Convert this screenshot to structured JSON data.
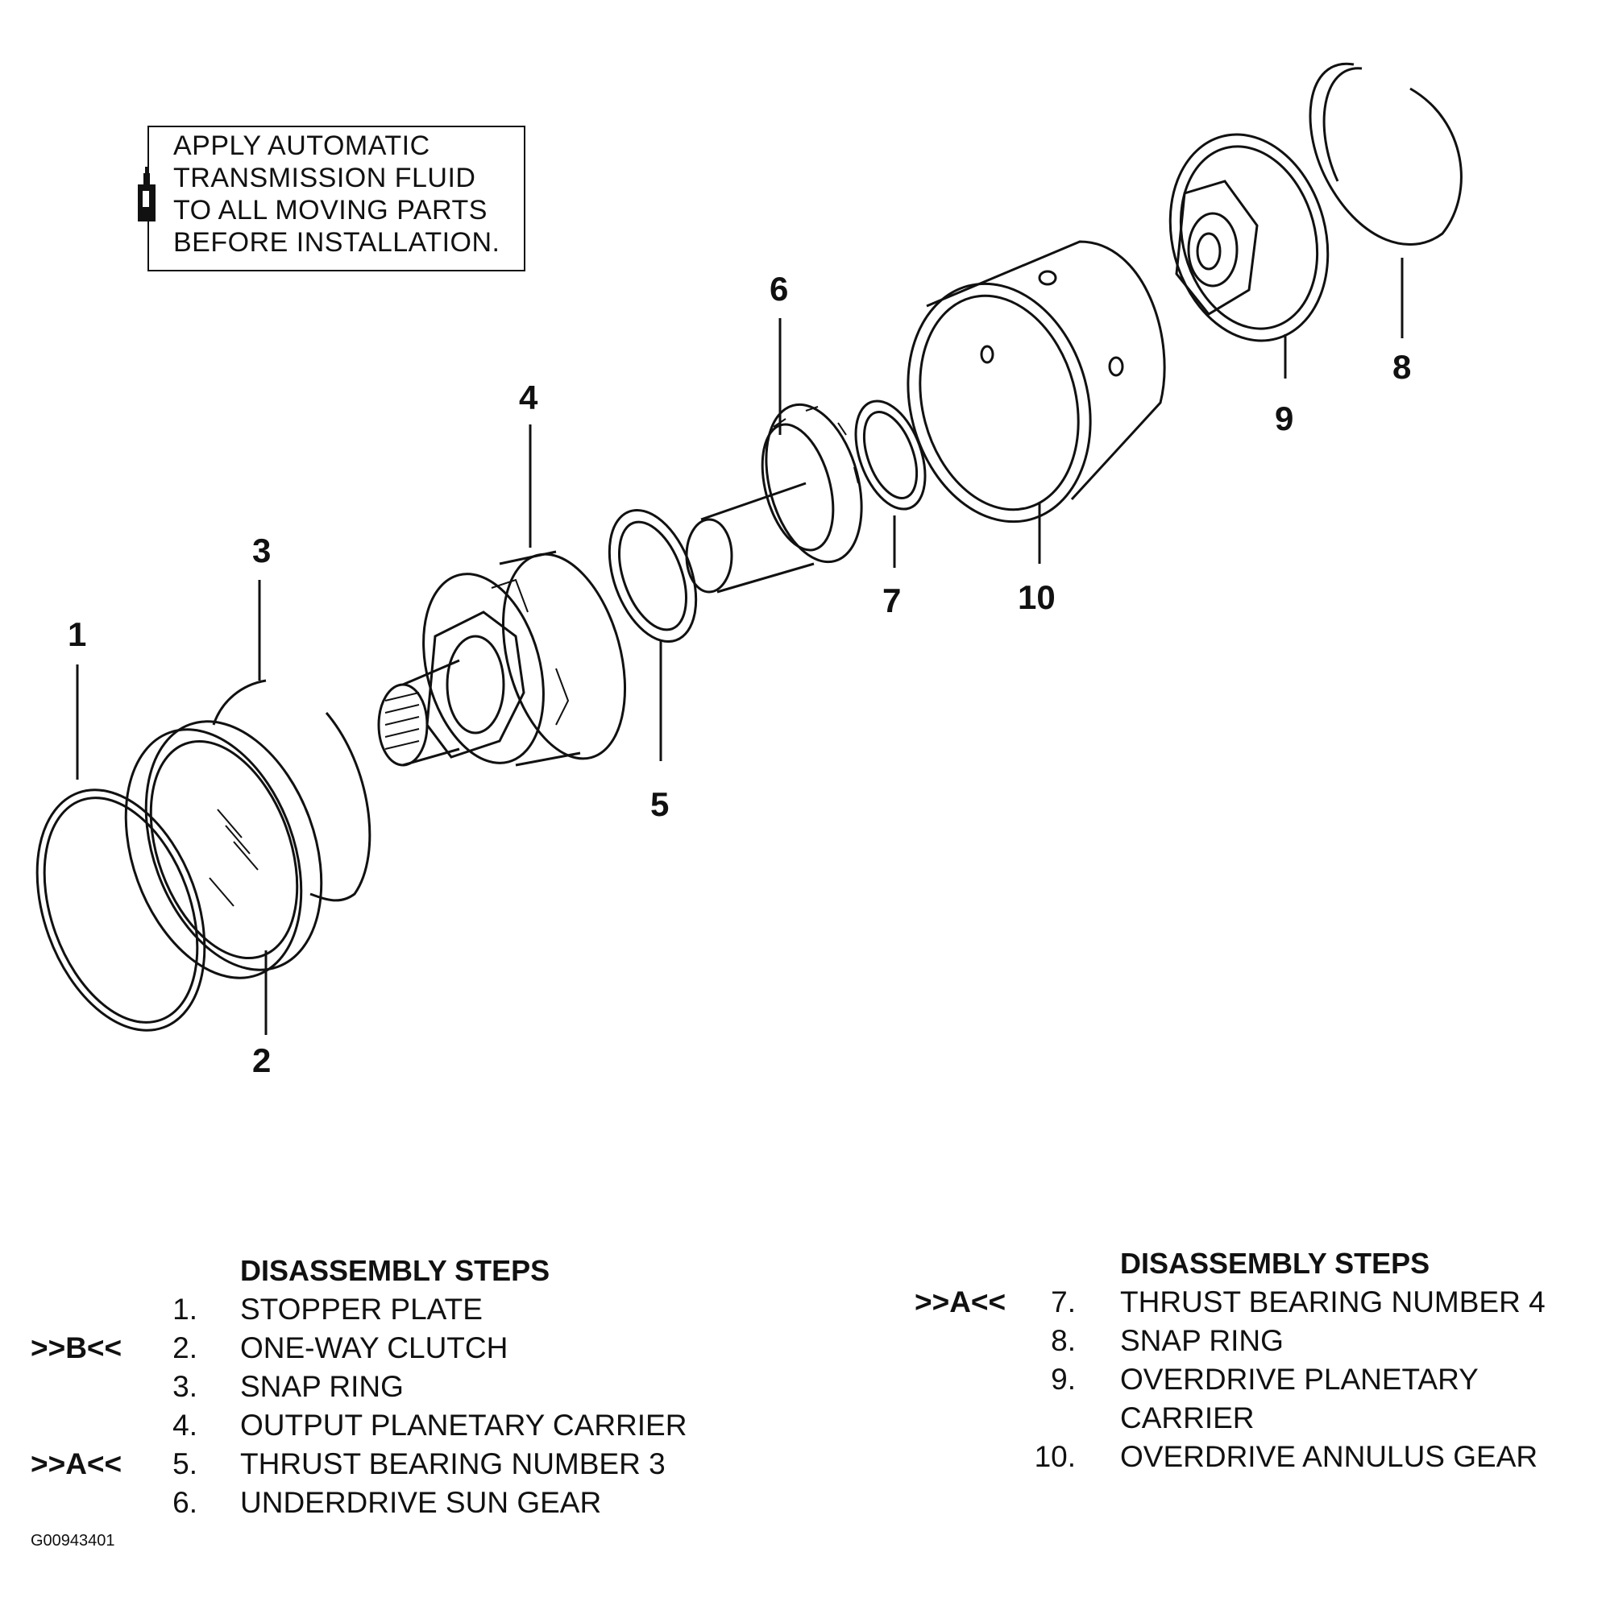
{
  "note": {
    "lines": [
      "APPLY AUTOMATIC",
      "TRANSMISSION FLUID",
      "TO ALL MOVING PARTS",
      "BEFORE INSTALLATION."
    ],
    "icon": "oil-can-icon"
  },
  "callouts": [
    "1",
    "2",
    "3",
    "4",
    "5",
    "6",
    "7",
    "8",
    "9",
    "10"
  ],
  "steps_left": {
    "heading": "DISASSEMBLY STEPS",
    "items": [
      {
        "flag": "",
        "num": "1.",
        "text": "STOPPER PLATE"
      },
      {
        "flag": ">>B<<",
        "num": "2.",
        "text": "ONE-WAY CLUTCH"
      },
      {
        "flag": "",
        "num": "3.",
        "text": "SNAP RING"
      },
      {
        "flag": "",
        "num": "4.",
        "text": "OUTPUT PLANETARY CARRIER"
      },
      {
        "flag": ">>A<<",
        "num": "5.",
        "text": "THRUST BEARING NUMBER 3"
      },
      {
        "flag": "",
        "num": "6.",
        "text": "UNDERDRIVE SUN GEAR"
      }
    ]
  },
  "steps_right": {
    "heading": "DISASSEMBLY STEPS",
    "items": [
      {
        "flag": ">>A<<",
        "num": "7.",
        "text": "THRUST BEARING NUMBER 4"
      },
      {
        "flag": "",
        "num": "8.",
        "text": "SNAP RING"
      },
      {
        "flag": "",
        "num": "9.",
        "text": "OVERDRIVE PLANETARY"
      },
      {
        "flag": "",
        "num": "",
        "text": "CARRIER"
      },
      {
        "flag": "",
        "num": "10.",
        "text": "OVERDRIVE ANNULUS GEAR"
      }
    ]
  },
  "figure_id": "G00943401",
  "colors": {
    "ink": "#111111",
    "paper": "#ffffff"
  }
}
